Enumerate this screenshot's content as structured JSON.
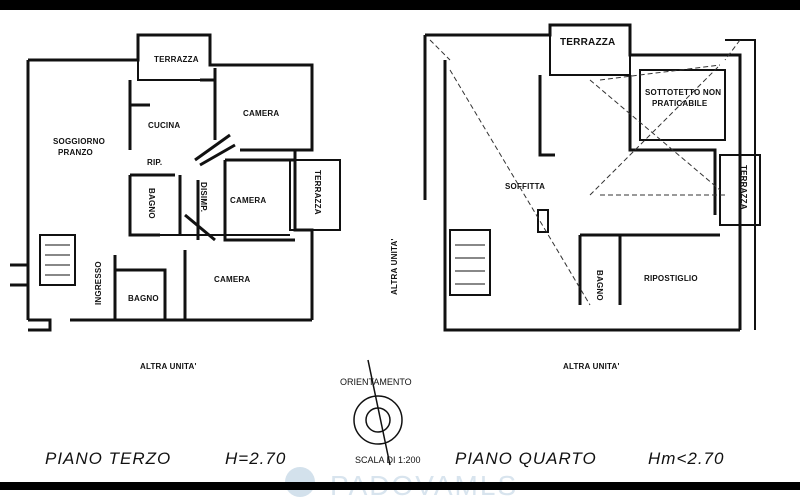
{
  "floor_left": {
    "rooms": {
      "terrazza_top": "TERRAZZA",
      "cucina": "CUCINA",
      "camera_1": "CAMERA",
      "soggiorno_line1": "SOGGIORNO",
      "soggiorno_line2": "PRANZO",
      "rip": "RIP.",
      "bagno_1": "BAGNO",
      "disimp": "DISIMP.",
      "camera_2": "CAMERA",
      "terrazza_side": "TERRAZZA",
      "ingresso": "INGRESSO",
      "bagno_2": "BAGNO",
      "camera_3": "CAMERA"
    },
    "altra_unita": "ALTRA UNITA'",
    "caption_name": "PIANO TERZO",
    "caption_height": "H=2.70"
  },
  "floor_right": {
    "rooms": {
      "terrazza_top": "TERRAZZA",
      "sottotetto_line1": "SOTTOTETTO NON",
      "sottotetto_line2": "PRATICABILE",
      "soffitta": "SOFFITTA",
      "terrazza_side": "TERRAZZA",
      "bagno": "BAGNO",
      "ripostiglio": "RIPOSTIGLIO"
    },
    "altra_unita_side": "ALTRA UNITA'",
    "altra_unita_bottom": "ALTRA UNITA'",
    "caption_name": "PIANO QUARTO",
    "caption_height": "Hm<2.70"
  },
  "orientation_label": "ORIENTAMENTO",
  "scale_label": "SCALA DI 1:200",
  "watermark": "PADOVAMLS"
}
